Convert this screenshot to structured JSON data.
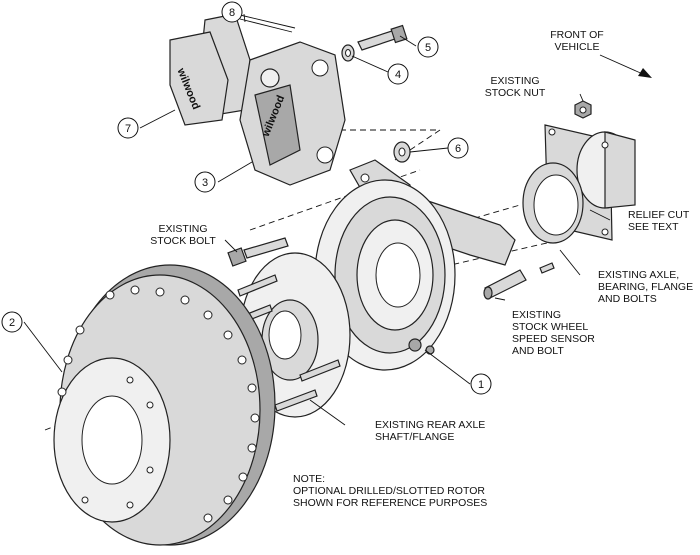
{
  "callouts": [
    "1",
    "2",
    "3",
    "4",
    "5",
    "6",
    "7",
    "8"
  ],
  "labels": {
    "front_of_vehicle_1": "FRONT OF",
    "front_of_vehicle_2": "VEHICLE",
    "stock_nut_1": "EXISTING",
    "stock_nut_2": "STOCK NUT",
    "stock_bolt_1": "EXISTING",
    "stock_bolt_2": "STOCK BOLT",
    "relief_cut_1": "RELIEF CUT",
    "relief_cut_2": "SEE TEXT",
    "axle_1": "EXISTING AXLE,",
    "axle_2": "BEARING, FLANGE",
    "axle_3": "AND BOLTS",
    "sensor_1": "EXISTING",
    "sensor_2": "STOCK WHEEL",
    "sensor_3": "SPEED SENSOR",
    "sensor_4": "AND BOLT",
    "shaft_1": "EXISTING REAR AXLE",
    "shaft_2": "SHAFT/FLANGE",
    "note_1": "NOTE:",
    "note_2": "OPTIONAL DRILLED/SLOTTED ROTOR",
    "note_3": "SHOWN FOR REFERENCE PURPOSES"
  },
  "brand": {
    "pad_text": "wilwood",
    "caliper_text": "wilwood"
  },
  "colors": {
    "line": "#111111",
    "metal": "#d9d9d9",
    "metal_dark": "#a8a8a8",
    "background": "#ffffff"
  }
}
